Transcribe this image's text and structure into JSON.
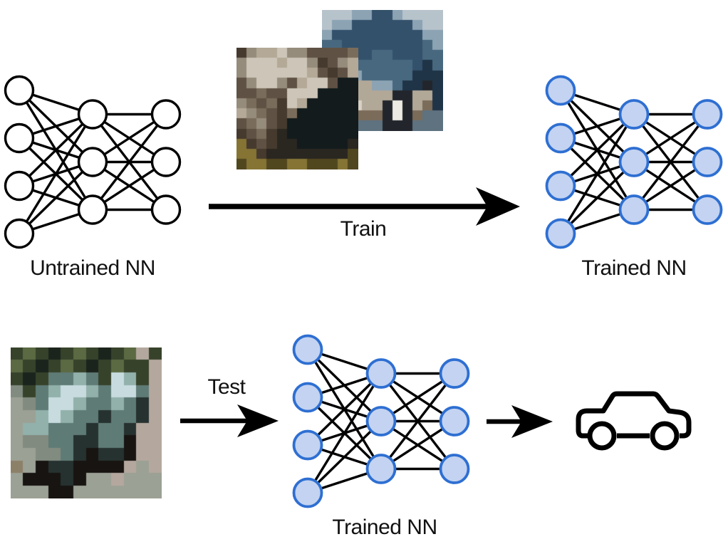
{
  "page": {
    "background": "#ffffff"
  },
  "labels": {
    "untrained_nn": "Untrained NN",
    "train_arrow": "Train",
    "trained_nn_top": "Trained NN",
    "test_arrow": "Test",
    "trained_nn_bottom": "Trained NN"
  },
  "colors": {
    "background": "#ffffff",
    "text": "#111111",
    "edge": "#000000",
    "arrow": "#000000",
    "car_icon_stroke": "#000000",
    "untrained_node_fill": "#ffffff",
    "untrained_node_stroke": "#000000",
    "trained_node_fill": "#c3d3f1",
    "trained_node_stroke": "#2e6fd2"
  },
  "networks": [
    {
      "id": "untrained-nn",
      "layers": [
        4,
        3,
        3
      ],
      "trained": false
    },
    {
      "id": "trained-nn-top",
      "layers": [
        4,
        3,
        3
      ],
      "trained": true
    },
    {
      "id": "trained-nn-bottom",
      "layers": [
        4,
        3,
        3
      ],
      "trained": true
    }
  ],
  "images": {
    "train_image_cat": {
      "name": "pixelated-cat-photo",
      "palette": [
        "#463a2e",
        "#968c7c",
        "#cdc6b8",
        "#5f5244",
        "#131b1c",
        "#2a2620",
        "#7a6c5a",
        "#857434",
        "#51471f",
        "#b3a996"
      ],
      "rows": [
        "019921133336",
        "122292210319",
        "122222293039",
        "312213922344",
        "336332224444",
        "163602944444",
        "916306444444",
        "361304444444",
        "036054444444",
        "703055444445",
        "770555555558",
        "877887788878"
      ]
    },
    "train_image_car": {
      "name": "pixelated-car-photo",
      "palette": [
        "#b7c3cb",
        "#8ba3b3",
        "#33516b",
        "#48687f",
        "#203448",
        "#b2a898",
        "#d9d1c5",
        "#7b6b59",
        "#22262c",
        "#5e7280",
        "#eceae2"
      ],
      "rows": [
        "000112210000",
        "011222222100",
        "122222222211",
        "332222222231",
        "333223322233",
        "133333333243",
        "511133333444",
        "555551134484",
        "665555588554",
        "7566558a8574",
        "9997778a8799",
        "999999888999"
      ]
    },
    "test_image_car": {
      "name": "pixelated-test-car-photo",
      "palette": [
        "#37422b",
        "#5b6a42",
        "#1b241c",
        "#9ca195",
        "#828b80",
        "#5f7b76",
        "#92b1ab",
        "#c8dce0",
        "#263230",
        "#b4a89e",
        "#181411",
        "#8d8069"
      ],
      "rows": [
        "010201020190",
        "102010201009",
        "020556507609",
        "405677657759",
        "345776556589",
        "336765585589",
        "366555855899",
        "344558855a99",
        "334458a88a99",
        "b3a88aaaa939",
        "3aaa8a339333",
        "333aa3333333"
      ]
    }
  }
}
